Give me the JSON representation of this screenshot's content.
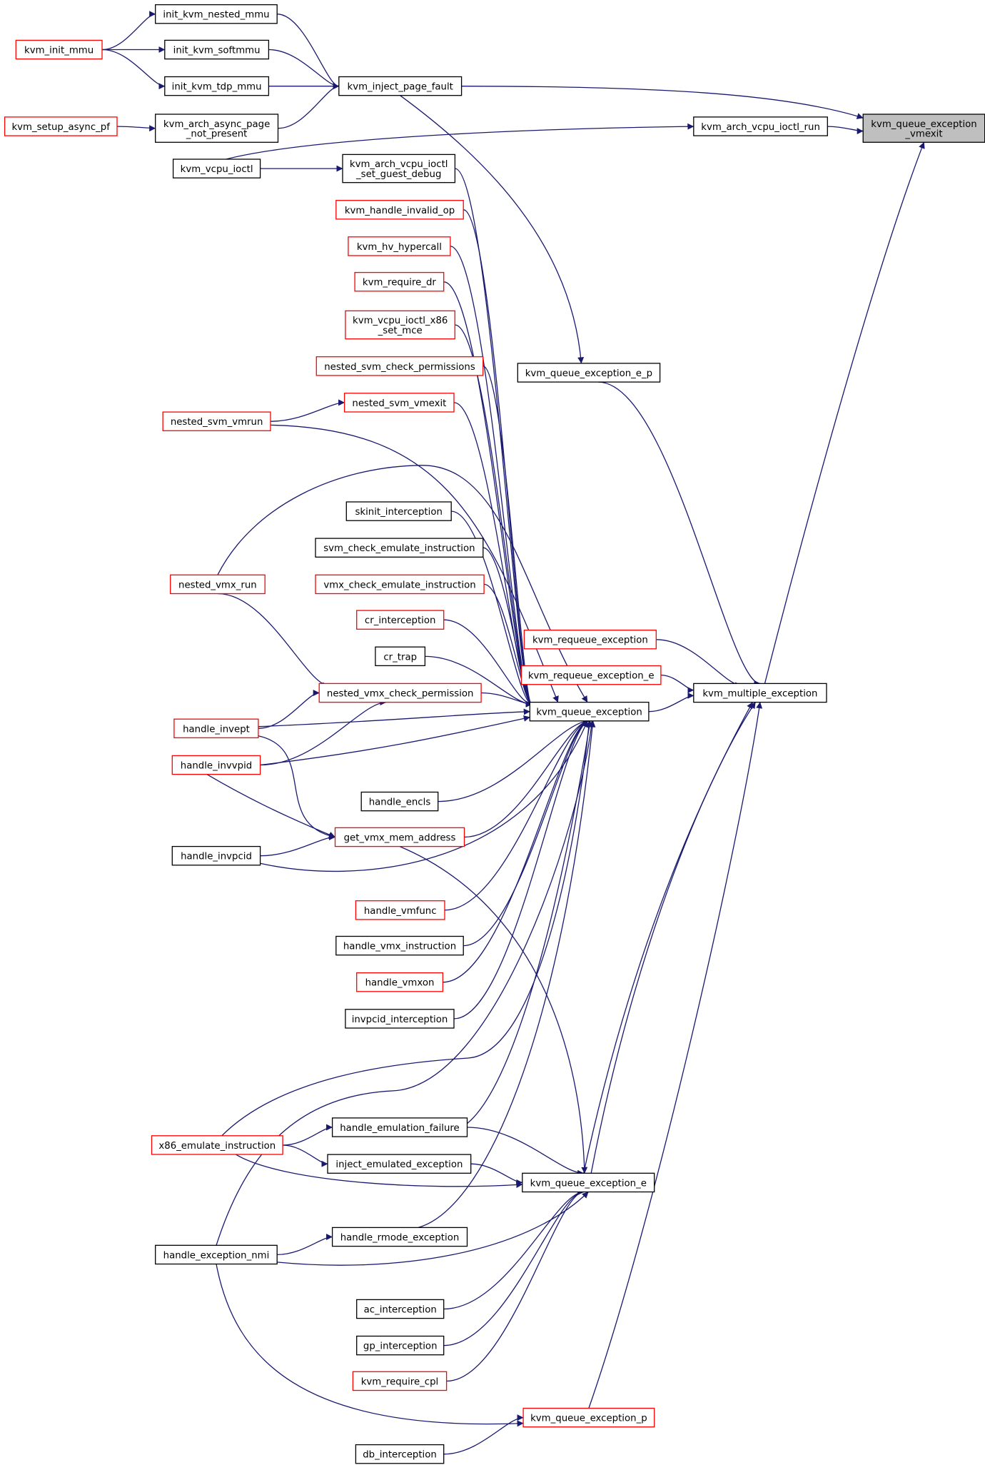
{
  "colors": {
    "edge": "#191970",
    "border_default": "#000000",
    "border_red": "#ff0000",
    "fill_default": "#ffffff",
    "fill_root": "#bfbfbf",
    "text": "#000000"
  },
  "nodes": {
    "root": {
      "lines": [
        "kvm_queue_exception",
        "_vmexit"
      ],
      "style": "root"
    },
    "init_kvm_nested_mmu": {
      "lines": [
        "init_kvm_nested_mmu"
      ],
      "style": "black"
    },
    "kvm_init_mmu": {
      "lines": [
        "kvm_init_mmu"
      ],
      "style": "red"
    },
    "init_kvm_softmmu": {
      "lines": [
        "init_kvm_softmmu"
      ],
      "style": "black"
    },
    "init_kvm_tdp_mmu": {
      "lines": [
        "init_kvm_tdp_mmu"
      ],
      "style": "black"
    },
    "kvm_inject_page_fault": {
      "lines": [
        "kvm_inject_page_fault"
      ],
      "style": "black"
    },
    "kvm_setup_async_pf": {
      "lines": [
        "kvm_setup_async_pf"
      ],
      "style": "red"
    },
    "kvm_arch_async_page_not_present": {
      "lines": [
        "kvm_arch_async_page",
        "_not_present"
      ],
      "style": "black"
    },
    "kvm_arch_vcpu_ioctl_run": {
      "lines": [
        "kvm_arch_vcpu_ioctl_run"
      ],
      "style": "black"
    },
    "kvm_vcpu_ioctl": {
      "lines": [
        "kvm_vcpu_ioctl"
      ],
      "style": "black"
    },
    "kvm_arch_vcpu_ioctl_set_guest_debug": {
      "lines": [
        "kvm_arch_vcpu_ioctl",
        "_set_guest_debug"
      ],
      "style": "black"
    },
    "kvm_handle_invalid_op": {
      "lines": [
        "kvm_handle_invalid_op"
      ],
      "style": "red"
    },
    "kvm_hv_hypercall": {
      "lines": [
        "kvm_hv_hypercall"
      ],
      "style": "red"
    },
    "kvm_require_dr": {
      "lines": [
        "kvm_require_dr"
      ],
      "style": "red"
    },
    "kvm_vcpu_ioctl_x86_set_mce": {
      "lines": [
        "kvm_vcpu_ioctl_x86",
        "_set_mce"
      ],
      "style": "red"
    },
    "nested_svm_check_permissions": {
      "lines": [
        "nested_svm_check_permissions"
      ],
      "style": "red"
    },
    "nested_svm_vmexit": {
      "lines": [
        "nested_svm_vmexit"
      ],
      "style": "red"
    },
    "nested_svm_vmrun": {
      "lines": [
        "nested_svm_vmrun"
      ],
      "style": "red"
    },
    "kvm_queue_exception_e_p": {
      "lines": [
        "kvm_queue_exception_e_p"
      ],
      "style": "black"
    },
    "skinit_interception": {
      "lines": [
        "skinit_interception"
      ],
      "style": "black"
    },
    "svm_check_emulate_instruction": {
      "lines": [
        "svm_check_emulate_instruction"
      ],
      "style": "black"
    },
    "vmx_check_emulate_instruction": {
      "lines": [
        "vmx_check_emulate_instruction"
      ],
      "style": "red"
    },
    "nested_vmx_run": {
      "lines": [
        "nested_vmx_run"
      ],
      "style": "red"
    },
    "cr_interception": {
      "lines": [
        "cr_interception"
      ],
      "style": "red"
    },
    "kvm_requeue_exception": {
      "lines": [
        "kvm_requeue_exception"
      ],
      "style": "red"
    },
    "cr_trap": {
      "lines": [
        "cr_trap"
      ],
      "style": "black"
    },
    "kvm_requeue_exception_e": {
      "lines": [
        "kvm_requeue_exception_e"
      ],
      "style": "red"
    },
    "nested_vmx_check_permission": {
      "lines": [
        "nested_vmx_check_permission"
      ],
      "style": "red"
    },
    "kvm_multiple_exception": {
      "lines": [
        "kvm_multiple_exception"
      ],
      "style": "black"
    },
    "kvm_queue_exception": {
      "lines": [
        "kvm_queue_exception"
      ],
      "style": "black"
    },
    "handle_invept": {
      "lines": [
        "handle_invept"
      ],
      "style": "red"
    },
    "handle_invvpid": {
      "lines": [
        "handle_invvpid"
      ],
      "style": "red"
    },
    "handle_encls": {
      "lines": [
        "handle_encls"
      ],
      "style": "black"
    },
    "get_vmx_mem_address": {
      "lines": [
        "get_vmx_mem_address"
      ],
      "style": "red"
    },
    "handle_invpcid": {
      "lines": [
        "handle_invpcid"
      ],
      "style": "black"
    },
    "handle_vmfunc": {
      "lines": [
        "handle_vmfunc"
      ],
      "style": "red"
    },
    "handle_vmx_instruction": {
      "lines": [
        "handle_vmx_instruction"
      ],
      "style": "black"
    },
    "handle_vmxon": {
      "lines": [
        "handle_vmxon"
      ],
      "style": "red"
    },
    "invpcid_interception": {
      "lines": [
        "invpcid_interception"
      ],
      "style": "black"
    },
    "handle_emulation_failure": {
      "lines": [
        "handle_emulation_failure"
      ],
      "style": "black"
    },
    "x86_emulate_instruction": {
      "lines": [
        "x86_emulate_instruction"
      ],
      "style": "red"
    },
    "inject_emulated_exception": {
      "lines": [
        "inject_emulated_exception"
      ],
      "style": "black"
    },
    "kvm_queue_exception_e": {
      "lines": [
        "kvm_queue_exception_e"
      ],
      "style": "black"
    },
    "handle_rmode_exception": {
      "lines": [
        "handle_rmode_exception"
      ],
      "style": "black"
    },
    "handle_exception_nmi": {
      "lines": [
        "handle_exception_nmi"
      ],
      "style": "black"
    },
    "ac_interception": {
      "lines": [
        "ac_interception"
      ],
      "style": "black"
    },
    "gp_interception": {
      "lines": [
        "gp_interception"
      ],
      "style": "black"
    },
    "kvm_require_cpl": {
      "lines": [
        "kvm_require_cpl"
      ],
      "style": "red"
    },
    "kvm_queue_exception_p": {
      "lines": [
        "kvm_queue_exception_p"
      ],
      "style": "red"
    },
    "db_interception": {
      "lines": [
        "db_interception"
      ],
      "style": "black"
    }
  },
  "edges": [
    [
      "kvm_init_mmu",
      "init_kvm_nested_mmu"
    ],
    [
      "kvm_init_mmu",
      "init_kvm_softmmu"
    ],
    [
      "kvm_init_mmu",
      "init_kvm_tdp_mmu"
    ],
    [
      "init_kvm_nested_mmu",
      "kvm_inject_page_fault"
    ],
    [
      "init_kvm_softmmu",
      "kvm_inject_page_fault"
    ],
    [
      "init_kvm_tdp_mmu",
      "kvm_inject_page_fault"
    ],
    [
      "kvm_arch_async_page_not_present",
      "kvm_inject_page_fault"
    ],
    [
      "kvm_setup_async_pf",
      "kvm_arch_async_page_not_present"
    ],
    [
      "kvm_inject_page_fault",
      "root"
    ],
    [
      "kvm_inject_page_fault",
      "kvm_queue_exception_e_p"
    ],
    [
      "kvm_vcpu_ioctl",
      "kvm_arch_vcpu_ioctl_run"
    ],
    [
      "kvm_vcpu_ioctl",
      "kvm_arch_vcpu_ioctl_set_guest_debug"
    ],
    [
      "kvm_arch_vcpu_ioctl_run",
      "root"
    ],
    [
      "kvm_multiple_exception",
      "root"
    ],
    [
      "kvm_queue_exception_e_p",
      "kvm_multiple_exception"
    ],
    [
      "kvm_requeue_exception",
      "kvm_multiple_exception"
    ],
    [
      "kvm_requeue_exception_e",
      "kvm_multiple_exception"
    ],
    [
      "kvm_queue_exception",
      "kvm_multiple_exception"
    ],
    [
      "kvm_queue_exception_e",
      "kvm_multiple_exception"
    ],
    [
      "kvm_queue_exception_p",
      "kvm_multiple_exception"
    ],
    [
      "kvm_arch_vcpu_ioctl_set_guest_debug",
      "kvm_queue_exception"
    ],
    [
      "kvm_handle_invalid_op",
      "kvm_queue_exception"
    ],
    [
      "kvm_hv_hypercall",
      "kvm_queue_exception"
    ],
    [
      "kvm_require_dr",
      "kvm_queue_exception"
    ],
    [
      "kvm_vcpu_ioctl_x86_set_mce",
      "kvm_queue_exception"
    ],
    [
      "nested_svm_check_permissions",
      "kvm_queue_exception"
    ],
    [
      "nested_svm_vmexit",
      "kvm_queue_exception"
    ],
    [
      "nested_svm_vmrun",
      "nested_svm_vmexit"
    ],
    [
      "nested_svm_vmrun",
      "kvm_queue_exception"
    ],
    [
      "nested_vmx_run",
      "kvm_queue_exception"
    ],
    [
      "nested_vmx_run",
      "nested_vmx_check_permission"
    ],
    [
      "skinit_interception",
      "kvm_queue_exception"
    ],
    [
      "svm_check_emulate_instruction",
      "kvm_queue_exception"
    ],
    [
      "vmx_check_emulate_instruction",
      "kvm_queue_exception"
    ],
    [
      "cr_interception",
      "kvm_queue_exception"
    ],
    [
      "cr_trap",
      "kvm_queue_exception"
    ],
    [
      "nested_vmx_check_permission",
      "kvm_queue_exception"
    ],
    [
      "handle_invept",
      "nested_vmx_check_permission"
    ],
    [
      "handle_invept",
      "kvm_queue_exception"
    ],
    [
      "handle_invept",
      "get_vmx_mem_address"
    ],
    [
      "handle_invvpid",
      "nested_vmx_check_permission"
    ],
    [
      "handle_invvpid",
      "kvm_queue_exception"
    ],
    [
      "handle_invvpid",
      "get_vmx_mem_address"
    ],
    [
      "handle_encls",
      "kvm_queue_exception"
    ],
    [
      "get_vmx_mem_address",
      "kvm_queue_exception"
    ],
    [
      "get_vmx_mem_address",
      "kvm_queue_exception_e"
    ],
    [
      "handle_invpcid",
      "get_vmx_mem_address"
    ],
    [
      "handle_invpcid",
      "kvm_queue_exception"
    ],
    [
      "handle_vmfunc",
      "kvm_queue_exception"
    ],
    [
      "handle_vmx_instruction",
      "kvm_queue_exception"
    ],
    [
      "handle_vmxon",
      "kvm_queue_exception"
    ],
    [
      "invpcid_interception",
      "kvm_queue_exception"
    ],
    [
      "x86_emulate_instruction",
      "kvm_queue_exception"
    ],
    [
      "x86_emulate_instruction",
      "handle_emulation_failure"
    ],
    [
      "x86_emulate_instruction",
      "inject_emulated_exception"
    ],
    [
      "x86_emulate_instruction",
      "kvm_queue_exception_e"
    ],
    [
      "handle_emulation_failure",
      "kvm_queue_exception"
    ],
    [
      "handle_emulation_failure",
      "kvm_queue_exception_e"
    ],
    [
      "inject_emulated_exception",
      "kvm_queue_exception_e"
    ],
    [
      "handle_rmode_exception",
      "kvm_queue_exception"
    ],
    [
      "handle_exception_nmi",
      "kvm_queue_exception"
    ],
    [
      "handle_exception_nmi",
      "handle_rmode_exception"
    ],
    [
      "handle_exception_nmi",
      "kvm_queue_exception_e"
    ],
    [
      "handle_exception_nmi",
      "kvm_queue_exception_p"
    ],
    [
      "ac_interception",
      "kvm_queue_exception_e"
    ],
    [
      "gp_interception",
      "kvm_queue_exception_e"
    ],
    [
      "kvm_require_cpl",
      "kvm_queue_exception_e"
    ],
    [
      "db_interception",
      "kvm_queue_exception_p"
    ]
  ]
}
